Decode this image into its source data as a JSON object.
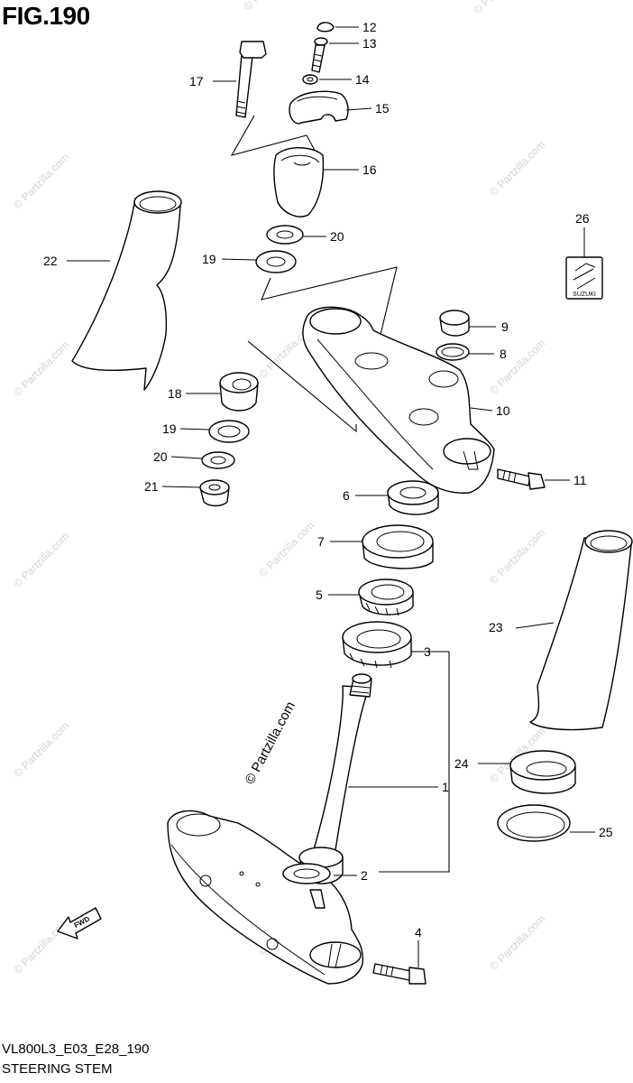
{
  "figure": {
    "title": "FIG.190",
    "code": "VL800L3_E03_E28_190",
    "name": "STEERING STEM",
    "watermark": "© Partzilla.com",
    "fwd_label": "FWD",
    "emblem_text": "SUZUKI"
  },
  "callouts": {
    "c1": "1",
    "c2": "2",
    "c3": "3",
    "c4": "4",
    "c5": "5",
    "c6": "6",
    "c7": "7",
    "c8": "8",
    "c9": "9",
    "c10": "10",
    "c11": "11",
    "c12": "12",
    "c13": "13",
    "c14": "14",
    "c15": "15",
    "c16": "16",
    "c17": "17",
    "c18": "18",
    "c19a": "19",
    "c19b": "19",
    "c20a": "20",
    "c20b": "20",
    "c21": "21",
    "c22": "22",
    "c23": "23",
    "c24": "24",
    "c25": "25",
    "c26": "26"
  },
  "colors": {
    "line": "#000000",
    "watermark": "#d4d4d4",
    "background": "#ffffff"
  }
}
